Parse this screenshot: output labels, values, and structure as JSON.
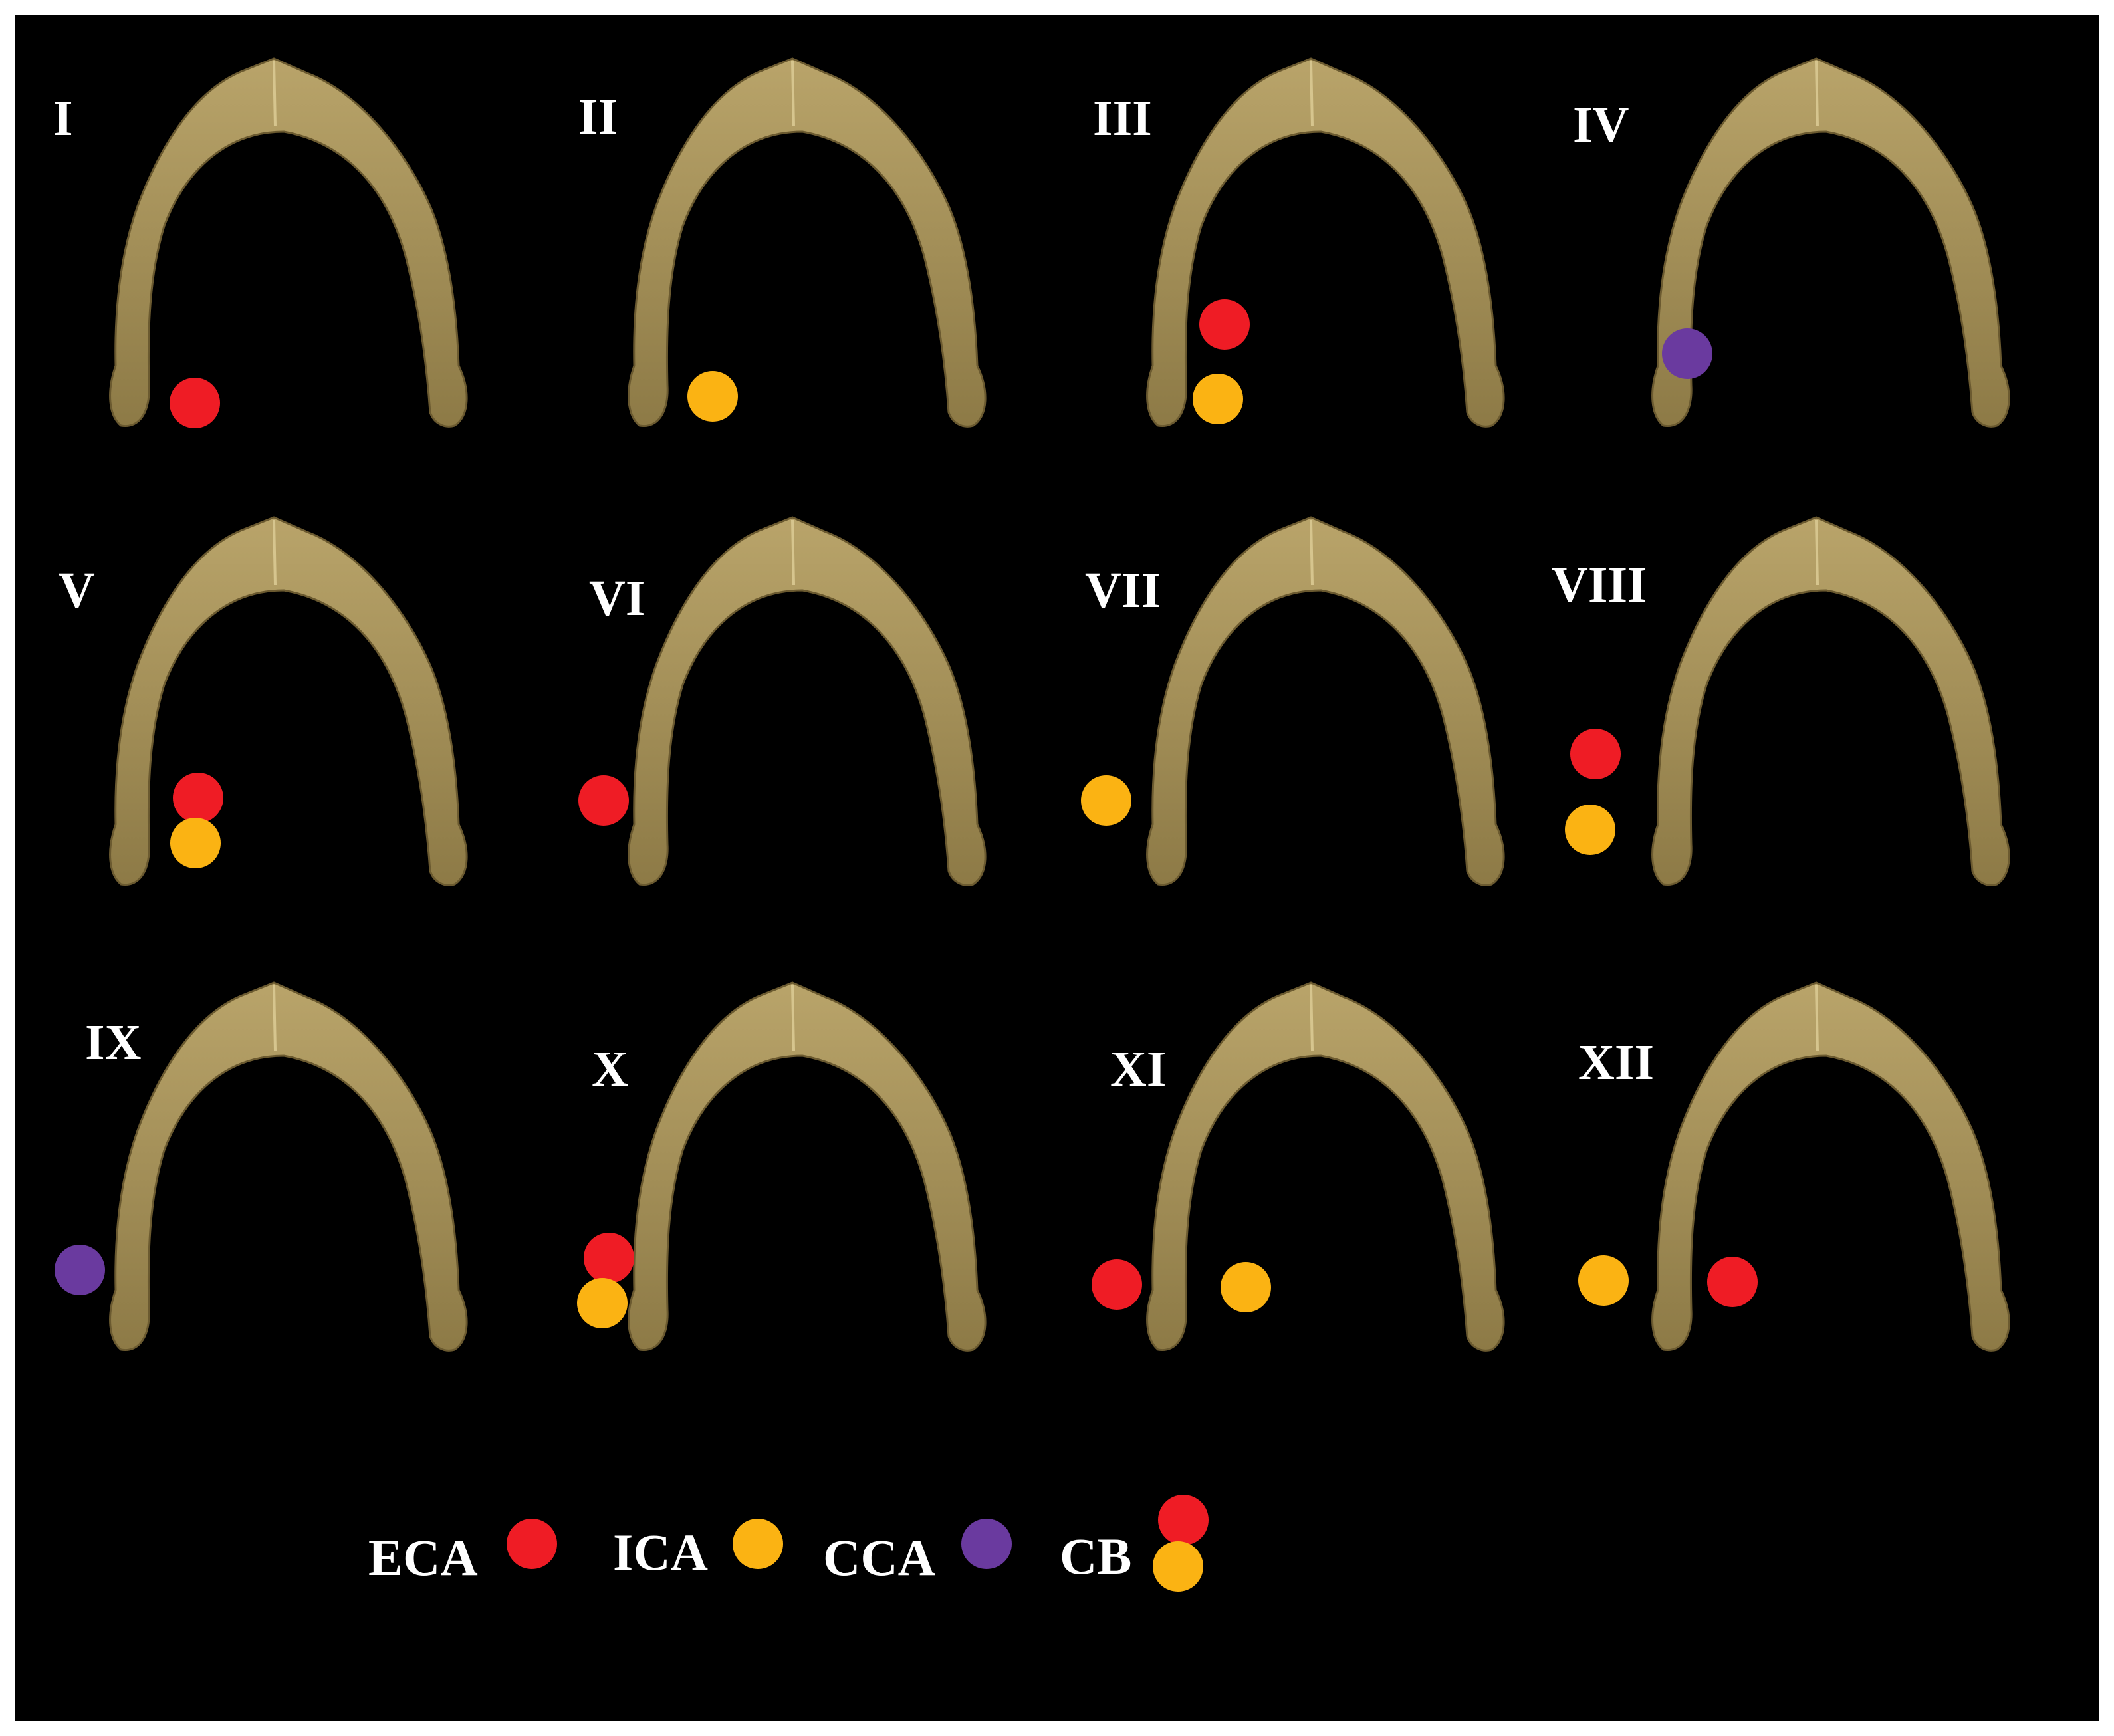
{
  "colors": {
    "ECA": "#ef1c25",
    "ICA": "#fbb313",
    "CCA": "#6a3a9f",
    "bone": "#b9a46a",
    "bone_dark": "#8d7a46",
    "background": "#000000"
  },
  "panels": [
    {
      "label": "I",
      "dots": [
        "ECA"
      ]
    },
    {
      "label": "II",
      "dots": [
        "ICA"
      ]
    },
    {
      "label": "III",
      "dots": [
        "ECA",
        "ICA"
      ]
    },
    {
      "label": "IV",
      "dots": [
        "CCA"
      ]
    },
    {
      "label": "V",
      "dots": [
        "ECA",
        "ICA"
      ]
    },
    {
      "label": "VI",
      "dots": [
        "ECA"
      ]
    },
    {
      "label": "VII",
      "dots": [
        "ICA"
      ]
    },
    {
      "label": "VIII",
      "dots": [
        "ECA",
        "ICA"
      ]
    },
    {
      "label": "IX",
      "dots": [
        "CCA"
      ]
    },
    {
      "label": "X",
      "dots": [
        "ECA",
        "ICA"
      ]
    },
    {
      "label": "XI",
      "dots": [
        "ECA",
        "ICA"
      ]
    },
    {
      "label": "XII",
      "dots": [
        "ICA",
        "ECA"
      ]
    }
  ],
  "legend": [
    {
      "label": "ECA",
      "dots": [
        "ECA"
      ]
    },
    {
      "label": "ICA",
      "dots": [
        "ICA"
      ]
    },
    {
      "label": "CCA",
      "dots": [
        "CCA"
      ]
    },
    {
      "label": "CB",
      "dots": [
        "ECA",
        "ICA"
      ]
    }
  ]
}
